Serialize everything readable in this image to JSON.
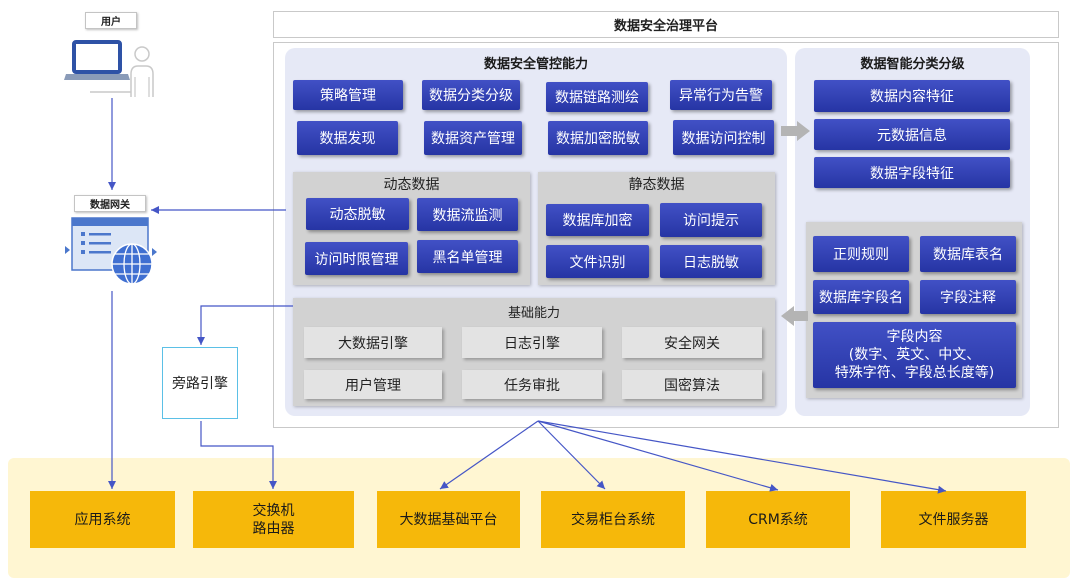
{
  "user": {
    "label": "用户",
    "icon": "user-laptop-icon"
  },
  "gateway": {
    "label": "数据网关",
    "icon": "gateway-window-globe-icon"
  },
  "bypass_engine": {
    "label": "旁路引擎"
  },
  "platform": {
    "title": "数据安全治理平台",
    "control": {
      "title": "数据安全管控能力",
      "capabilities": [
        "策略管理",
        "数据分类分级",
        "数据链路测绘",
        "异常行为告警",
        "数据发现",
        "数据资产管理",
        "数据加密脱敏",
        "数据访问控制"
      ],
      "dynamic": {
        "title": "动态数据",
        "items": [
          "动态脱敏",
          "数据流监测",
          "访问时限管理",
          "黑名单管理"
        ]
      },
      "static": {
        "title": "静态数据",
        "items": [
          "数据库加密",
          "访问提示",
          "文件识别",
          "日志脱敏"
        ]
      },
      "basic": {
        "title": "基础能力",
        "items": [
          "大数据引擎",
          "日志引擎",
          "安全网关",
          "用户管理",
          "任务审批",
          "国密算法"
        ]
      }
    },
    "classification": {
      "title": "数据智能分类分级",
      "features": [
        "数据内容特征",
        "元数据信息",
        "数据字段特征"
      ],
      "rules": [
        "正则规则",
        "数据库表名",
        "数据库字段名",
        "字段注释"
      ],
      "field_content": [
        "字段内容",
        "(数字、英文、中文、",
        "特殊字符、字段总长度等)"
      ]
    }
  },
  "systems": [
    {
      "lines": [
        "应用系统"
      ]
    },
    {
      "lines": [
        "交换机",
        "路由器"
      ]
    },
    {
      "lines": [
        "大数据基础平台"
      ]
    },
    {
      "lines": [
        "交易柜台系统"
      ]
    },
    {
      "lines": [
        "CRM系统"
      ]
    },
    {
      "lines": [
        "文件服务器"
      ]
    }
  ],
  "colors": {
    "capability_blue": "#2C3DBF",
    "connector_blue": "#4556C6",
    "panel_lavender": "#E6E9F6",
    "group_gray": "#D2D2D2",
    "basic_item_gray": "#E3E3E3",
    "system_band": "#FFF6D2",
    "system_box": "#F6B80A",
    "bypass_border": "#5BC0E6",
    "flow_arrow_gray": "#B4B4B4"
  }
}
